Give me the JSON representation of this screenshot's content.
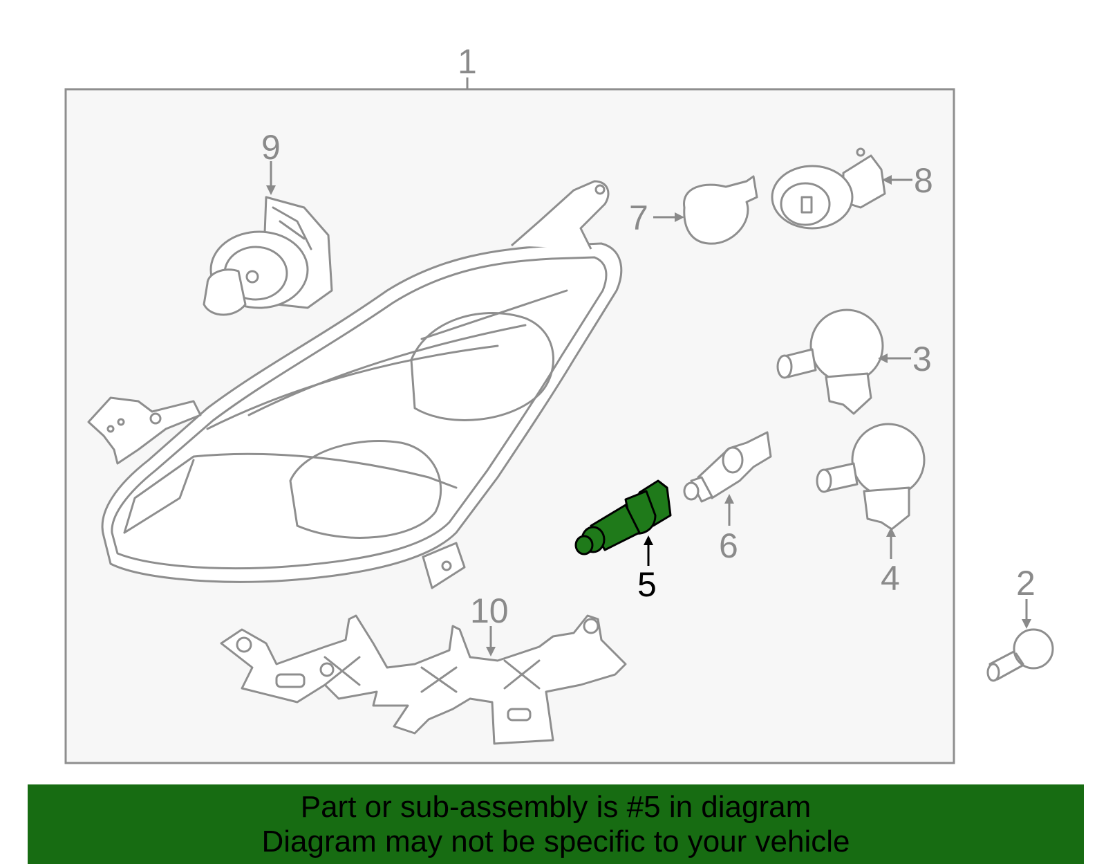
{
  "diagram": {
    "callouts": {
      "c1": "1",
      "c2": "2",
      "c3": "3",
      "c4": "4",
      "c5": "5",
      "c6": "6",
      "c7": "7",
      "c8": "8",
      "c9": "9",
      "c10": "10"
    },
    "highlight_color": "#1f7a1a",
    "line_color": "#8e8e8e",
    "panel_color": "#f7f7f7"
  },
  "banner": {
    "line1": "Part or sub-assembly is #5 in diagram",
    "line2": "Diagram may not be specific to your vehicle",
    "background": "#176c12"
  }
}
